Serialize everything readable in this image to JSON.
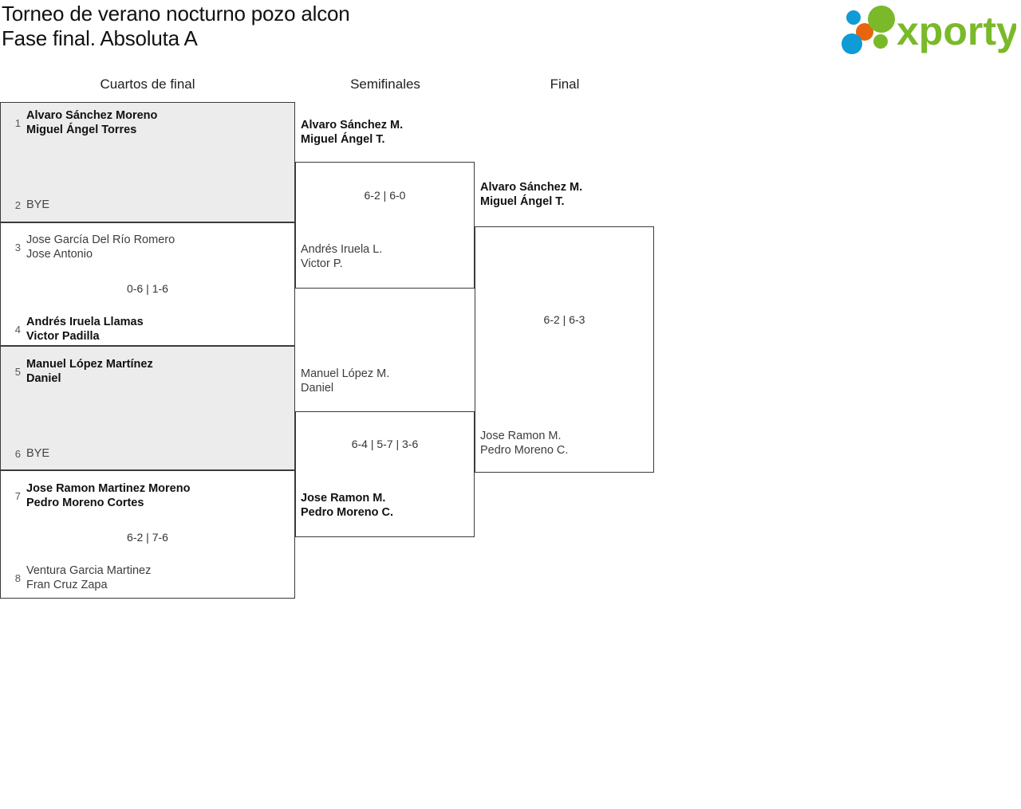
{
  "header": {
    "title_line1": "Torneo de verano nocturno pozo alcon",
    "title_line2": "Fase final. Absoluta A",
    "logo_text": "xporty",
    "logo_colors": {
      "green": "#7AB929",
      "blue": "#0E9BD6",
      "orange": "#E8650D"
    }
  },
  "columns": {
    "quarterfinals": "Cuartos de final",
    "semifinals": "Semifinales",
    "final": "Final"
  },
  "chart_data": {
    "type": "table",
    "title": "Torneo de verano nocturno pozo alcon - Fase final. Absoluta A",
    "rounds": [
      "Cuartos de final",
      "Semifinales",
      "Final"
    ]
  },
  "bracket": {
    "quarterfinals": [
      {
        "shaded": true,
        "top": {
          "seed": "1",
          "player1": "Alvaro Sánchez Moreno",
          "player2": "Miguel Ángel Torres",
          "winner": true
        },
        "bottom": {
          "seed": "2",
          "bye": "BYE",
          "winner": false
        },
        "score": ""
      },
      {
        "shaded": false,
        "top": {
          "seed": "3",
          "player1": "Jose García Del Río Romero",
          "player2": "Jose Antonio",
          "winner": false
        },
        "bottom": {
          "seed": "4",
          "player1": "Andrés Iruela Llamas",
          "player2": "Victor Padilla",
          "winner": true
        },
        "score": "0-6 | 1-6"
      },
      {
        "shaded": true,
        "top": {
          "seed": "5",
          "player1": "Manuel López Martínez",
          "player2": "Daniel",
          "winner": true
        },
        "bottom": {
          "seed": "6",
          "bye": "BYE",
          "winner": false
        },
        "score": ""
      },
      {
        "shaded": false,
        "top": {
          "seed": "7",
          "player1": "Jose Ramon Martinez Moreno",
          "player2": "Pedro Moreno Cortes",
          "winner": true
        },
        "bottom": {
          "seed": "8",
          "player1": "Ventura Garcia Martinez",
          "player2": "Fran Cruz Zapa",
          "winner": false
        },
        "score": "6-2 | 7-6"
      }
    ],
    "semifinals": [
      {
        "top": {
          "player1": "Alvaro Sánchez M.",
          "player2": "Miguel Ángel T.",
          "winner": true
        },
        "bottom": {
          "player1": "Andrés Iruela L.",
          "player2": "Victor P.",
          "winner": false
        },
        "score": "6-2 | 6-0"
      },
      {
        "top": {
          "player1": "Manuel López M.",
          "player2": "Daniel",
          "winner": false
        },
        "bottom": {
          "player1": "Jose Ramon M.",
          "player2": "Pedro Moreno C.",
          "winner": true
        },
        "score": "6-4 | 5-7 | 3-6"
      }
    ],
    "final": {
      "top": {
        "player1": "Alvaro Sánchez M.",
        "player2": "Miguel Ángel T.",
        "winner": true
      },
      "bottom": {
        "player1": "Jose Ramon M.",
        "player2": "Pedro Moreno C.",
        "winner": false
      },
      "score": "6-2 | 6-3"
    }
  }
}
